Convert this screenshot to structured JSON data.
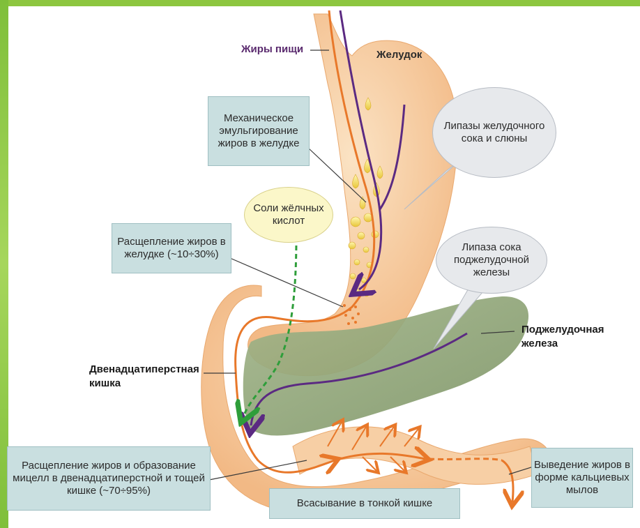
{
  "labels": {
    "food_fats": "Жиры пищи",
    "stomach": "Желудок",
    "pancreas": "Поджелудочная железа",
    "duodenum": "Двенадцатиперстная кишка"
  },
  "boxes": {
    "mech_emulsification": "Механическое эмульгирование жиров в желудке",
    "stomach_split": "Расщепление жиров в желудке (~10÷30%)",
    "micelles": "Расщепление жиров и образование мицелл в двенадцатиперстной и тощей кишке (~70÷95%)",
    "absorption": "Всасывание в тонкой кишке",
    "excretion": "Выведение жиров в форме кальциевых мылов"
  },
  "bubbles": {
    "gastric_lipases": "Липазы желудочного сока и слюны",
    "bile_salts": "Соли жёлчных кислот",
    "pancreatic_lipase": "Липаза сока поджелудочной железы"
  },
  "colors": {
    "frame_green": "#8dc63f",
    "organ_peach": "#f5c79a",
    "pancreas_green": "#8ea274",
    "arrow_orange": "#e8782a",
    "arrow_purple": "#5b2a82",
    "bile_green": "#2e9e3a",
    "box_fill": "#c9dfe0"
  }
}
